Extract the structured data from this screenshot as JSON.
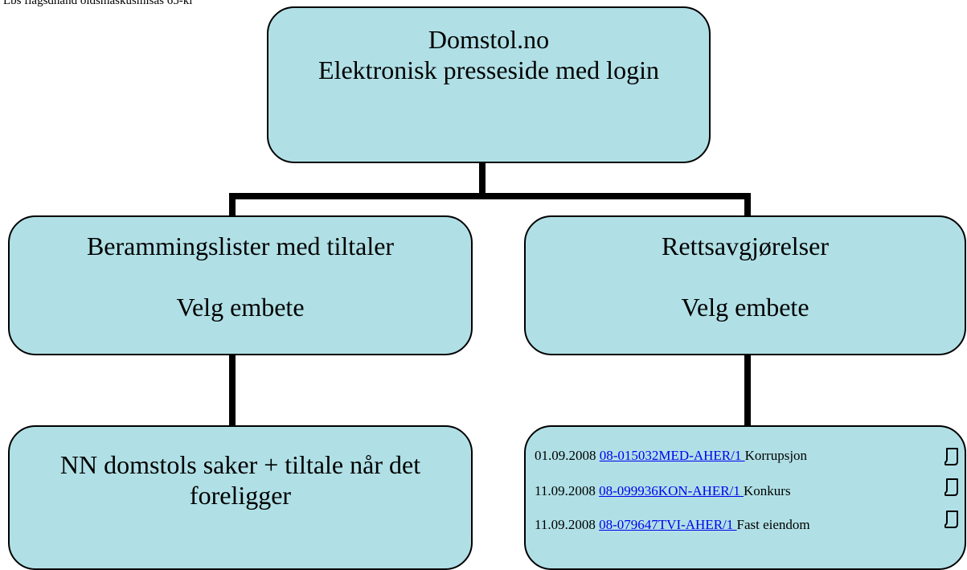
{
  "top_cut_text": "Lbs flagsdhand oldsmaskusmlsas 65-kl",
  "root": {
    "title": "Domstol.no",
    "subtitle": "Elektronisk presseside med login"
  },
  "left_branch": {
    "title": "Berammingslister med tiltaler",
    "action": "Velg embete",
    "child_text": "NN domstols saker + tiltale når det foreligger"
  },
  "right_branch": {
    "title": "Rettsavgjørelser",
    "action": "Velg embete",
    "cases": [
      {
        "date": "01.09.2008",
        "case_id": "08-015032MED-AHER/1 ",
        "category": "Korrupsjon",
        "icon": "document-icon"
      },
      {
        "date": "11.09.2008",
        "case_id": "08-099936KON-AHER/1 ",
        "category": "Konkurs",
        "icon": "document-icon"
      },
      {
        "date": "11.09.2008",
        "case_id": "08-079647TVI-AHER/1 ",
        "category": "Fast eiendom",
        "icon": "document-icon"
      }
    ]
  },
  "colors": {
    "box_fill": "#b0e0e6",
    "box_border": "#000000",
    "link": "#0000ee",
    "connector": "#000000"
  }
}
